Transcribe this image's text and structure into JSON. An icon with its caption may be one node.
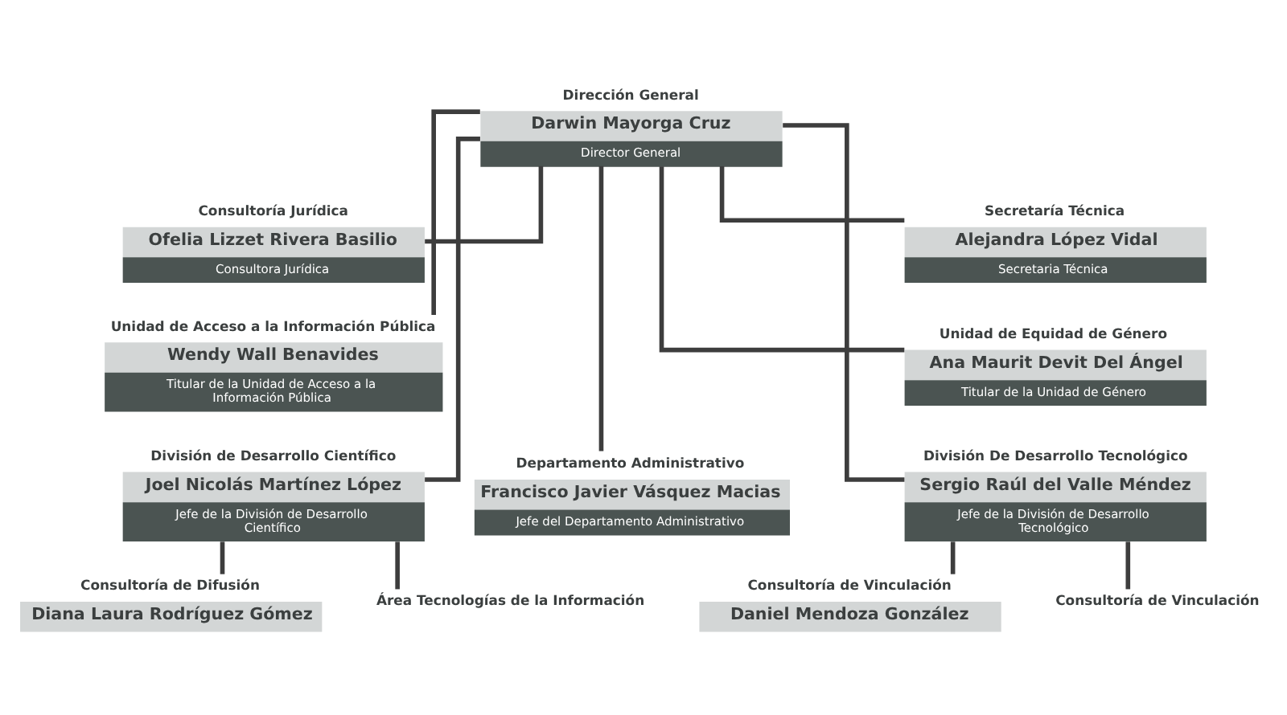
{
  "diagram": {
    "nodes": [
      {
        "text": [
          "Dirección General",
          "Darwin Mayorga Cruz",
          "Director General"
        ]
      },
      {
        "text": [
          "Consultoría Jurídica",
          "Ofelia Lizzet Rivera Basilio",
          "Consultora Jurídica"
        ]
      },
      {
        "text": [
          "Secretaría Técnica",
          "Alejandra López Vidal",
          "Secretaria Técnica"
        ]
      },
      {
        "text": [
          "Unidad de Acceso a la Información Pública",
          "Wendy Wall Benavides",
          "Titular de la Unidad de Acceso a la Información Pública"
        ]
      },
      {
        "text": [
          "Unidad de Equidad de Género",
          "Ana Maurit Devit Del Ángel",
          "Titular de la Unidad de Género"
        ]
      },
      {
        "text": [
          "División de Desarrollo Científico",
          "Joel Nicolás Martínez López",
          "Jefe de la División de Desarrollo Científico"
        ]
      },
      {
        "text": [
          "Departamento Administrativo",
          "Francisco Javier Vásquez Macias",
          "Jefe del Departamento Administrativo"
        ]
      },
      {
        "text": [
          "División De Desarrollo Tecnológico",
          "Sergio Raúl del Valle Méndez",
          "Jefe de la División de Desarrollo Tecnológico"
        ]
      },
      {
        "text": [
          "Consultoría de Difusión",
          "Diana Laura Rodríguez Gómez"
        ]
      },
      {
        "text": [
          "Área Tecnologías de la Información"
        ]
      },
      {
        "text": [
          "Consultoría de Vinculación",
          "Daniel Mendoza González"
        ]
      },
      {
        "text": [
          "Consultoría de Vinculación"
        ]
      }
    ],
    "edges": [
      {
        "from": 0,
        "to": 1,
        "arrow": "none"
      },
      {
        "from": 0,
        "to": 2,
        "arrow": "none"
      },
      {
        "from": 0,
        "to": 3,
        "arrow": "none"
      },
      {
        "from": 0,
        "to": 4,
        "arrow": "none"
      },
      {
        "from": 0,
        "to": 5,
        "arrow": "none"
      },
      {
        "from": 0,
        "to": 6,
        "arrow": "none"
      },
      {
        "from": 0,
        "to": 7,
        "arrow": "none"
      },
      {
        "from": 5,
        "to": 8,
        "arrow": "none"
      },
      {
        "from": 5,
        "to": 9,
        "arrow": "none"
      },
      {
        "from": 7,
        "to": 10,
        "arrow": "none"
      },
      {
        "from": 7,
        "to": 11,
        "arrow": "none"
      }
    ]
  }
}
